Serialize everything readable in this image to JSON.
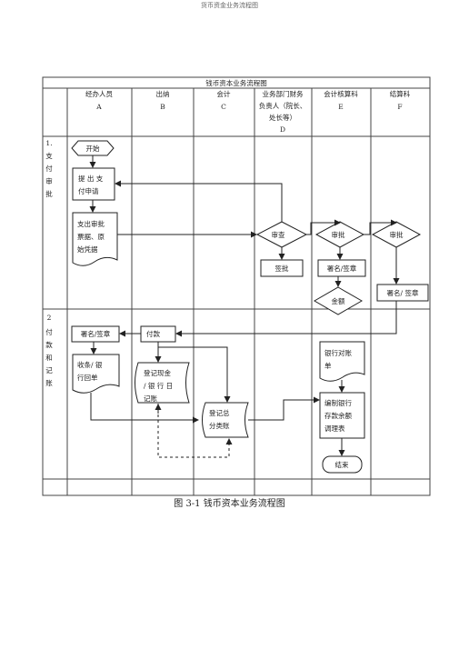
{
  "page_header": "货币资金业务流程图",
  "table_title": "钱币资本业务流程图",
  "columns": [
    {
      "line1": "经办人员",
      "line2": "",
      "line3": "",
      "letter": "A"
    },
    {
      "line1": "出纳",
      "line2": "",
      "line3": "",
      "letter": "B"
    },
    {
      "line1": "会计",
      "line2": "",
      "line3": "",
      "letter": "C"
    },
    {
      "line1": "业务部门财务",
      "line2": "负责人（院长、",
      "line3": "处长等）",
      "letter": "D"
    },
    {
      "line1": "会计核算科",
      "line2": "",
      "line3": "",
      "letter": "E"
    },
    {
      "line1": "结算科",
      "line2": "",
      "line3": "",
      "letter": "F"
    }
  ],
  "rows": [
    {
      "label": [
        "1.",
        "支",
        "付",
        "审",
        "批"
      ]
    },
    {
      "label": [
        "2",
        "付",
        "款",
        "和",
        "记",
        "账"
      ]
    }
  ],
  "nodes": {
    "start": "开始",
    "submit_request": [
      "提 出 支",
      "付申请"
    ],
    "vouchers": [
      "支出审批",
      "票据、原",
      "始凭据"
    ],
    "review_d": "审查",
    "sign_d": "签批",
    "approve_e": "审批",
    "sign_e": "署名/签章",
    "amount": "金额",
    "approve_f": "审批",
    "sign_f": "署名/ 签章",
    "sign_a2": "署名/签章",
    "receipt": [
      "收条/ 银",
      "行回单"
    ],
    "payment": "付款",
    "cash_journal": [
      "登记现金",
      "/ 银 行 日",
      "记账"
    ],
    "general_ledger": [
      "登记总",
      "分类账"
    ],
    "bank_statement": [
      "银行对账",
      "单"
    ],
    "reconciliation": [
      "编制银行",
      "存款余额",
      "调理表"
    ],
    "end": "结束"
  },
  "caption": "图 3-1 钱币资本业务流程图"
}
